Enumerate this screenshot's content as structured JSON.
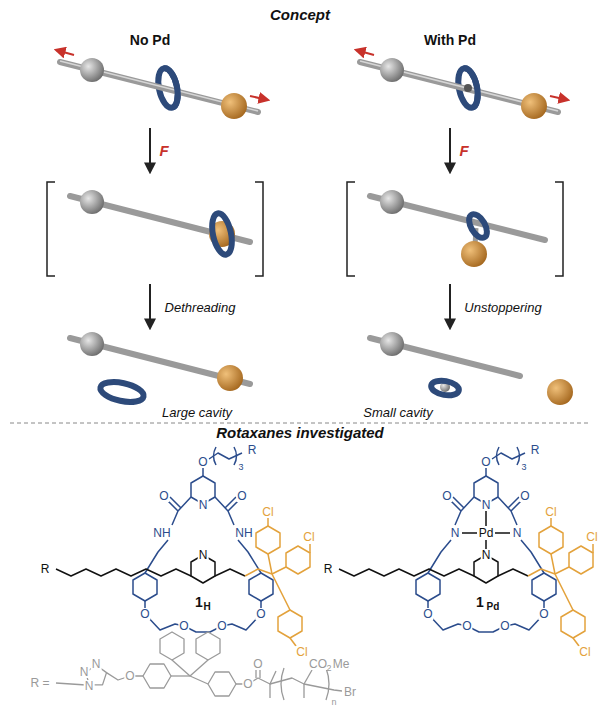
{
  "diagram": {
    "labels": [
      "Concept",
      "No Pd",
      "With Pd",
      "F",
      "F",
      "Dethreading",
      "Unstoppering",
      "Large cavity",
      "Small cavity",
      "Rotaxanes investigated",
      "O",
      "R",
      "3",
      "O",
      "O",
      "NH",
      "NH",
      "N",
      "N",
      "O",
      "O",
      "O",
      "O",
      "Cl",
      "Cl",
      "Cl",
      "R",
      "1",
      "H",
      "O",
      "R",
      "3",
      "O",
      "O",
      "N",
      "N",
      "N",
      "Pd",
      "N",
      "O",
      "O",
      "O",
      "O",
      "Cl",
      "Cl",
      "Cl",
      "R",
      "1",
      "Pd",
      "R =",
      "N",
      "N",
      "N",
      "O",
      "O",
      "O",
      "CO",
      "2",
      "Me",
      "n",
      "Br"
    ]
  }
}
